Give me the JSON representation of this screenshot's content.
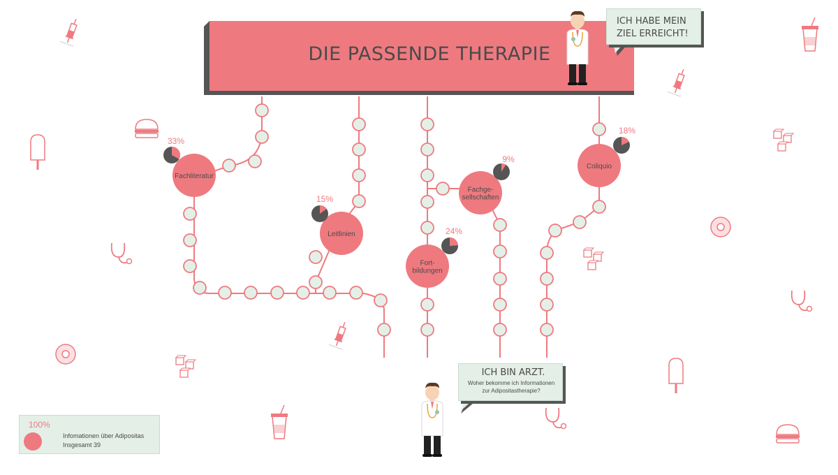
{
  "title": "DIE PASSENDE THERAPIE",
  "colors": {
    "accent": "#ee7a80",
    "node_fill": "#e4efe7",
    "dark": "#555555",
    "text": "#4a4a4a"
  },
  "speech_top": {
    "line1": "ICH HABE MEIN",
    "line2": "ZIEL ERREICHT!"
  },
  "speech_bottom": {
    "heading": "ICH BIN ARZT.",
    "line1": "Woher bekomme ich Informationen",
    "line2": "zur Adipositastherapie?"
  },
  "stations": [
    {
      "id": "fachliteratur",
      "lines": [
        "Fachliteratur"
      ],
      "percent_label": "33%",
      "share": 0.33
    },
    {
      "id": "leitlinien",
      "lines": [
        "Leitlinien"
      ],
      "percent_label": "15%",
      "share": 0.15
    },
    {
      "id": "fortbildungen",
      "lines": [
        "Fort-",
        "bildungen"
      ],
      "percent_label": "24%",
      "share": 0.24
    },
    {
      "id": "fachgesellschaften",
      "lines": [
        "Fachge-",
        "sellschaften"
      ],
      "percent_label": "9%",
      "share": 0.09
    },
    {
      "id": "coliquio",
      "lines": [
        "Coliquio"
      ],
      "percent_label": "18%",
      "share": 0.18
    }
  ],
  "legend": {
    "percent_label": "100%",
    "line1": "Infomationen über Adipositas",
    "line2": "Insgesamt 39"
  },
  "decor_icons": [
    "syringe-icon",
    "cup-icon",
    "burger-icon",
    "popsicle-icon",
    "sugar-cubes-icon",
    "stethoscope-icon",
    "donut-icon",
    "doctor-figure"
  ]
}
